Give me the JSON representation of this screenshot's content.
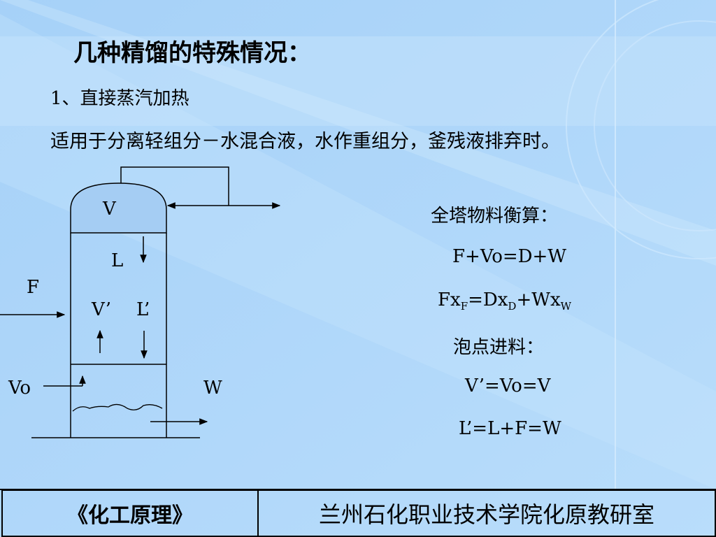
{
  "slide": {
    "title": "几种精馏的特殊情况：",
    "subtitle": "1、直接蒸汽加热",
    "description": "适用于分离轻组分－水混合液，水作重组分，釜残液排弃时。"
  },
  "diagram": {
    "labels": {
      "V": "V",
      "L": "L",
      "F": "F",
      "V_prime": "V’",
      "L_prime": "L’",
      "Vo": "Vo",
      "W": "W"
    }
  },
  "balance": {
    "heading": "全塔物料衡算：",
    "eq1": "F+Vo=D+W",
    "eq2": {
      "a": "Fx",
      "a_sub": "F",
      "b": "=Dx",
      "b_sub": "D",
      "c": "+Wx",
      "c_sub": "W"
    },
    "feed_heading": "泡点进料：",
    "eq3": "V’=Vo=V",
    "eq4": "L’=L+F=W"
  },
  "footer": {
    "left": "《化工原理》",
    "right": "兰州石化职业技术学院化原教研室"
  }
}
